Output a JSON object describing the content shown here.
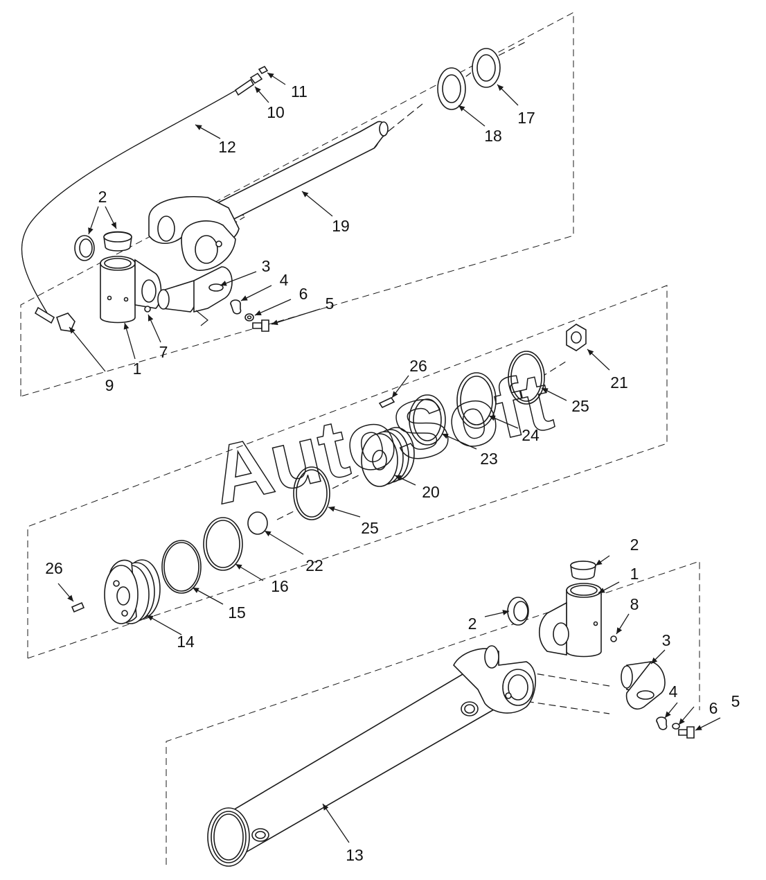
{
  "watermark": "AutoSoft",
  "colors": {
    "ink": "#1a1a1a",
    "background": "#ffffff"
  },
  "callouts": [
    {
      "id": "c11",
      "label": "11"
    },
    {
      "id": "c10",
      "label": "10"
    },
    {
      "id": "c12",
      "label": "12"
    },
    {
      "id": "c18",
      "label": "18"
    },
    {
      "id": "c17",
      "label": "17"
    },
    {
      "id": "c19",
      "label": "19"
    },
    {
      "id": "c2a",
      "label": "2"
    },
    {
      "id": "c3a",
      "label": "3"
    },
    {
      "id": "c4a",
      "label": "4"
    },
    {
      "id": "c6a",
      "label": "6"
    },
    {
      "id": "c5a",
      "label": "5"
    },
    {
      "id": "c7",
      "label": "7"
    },
    {
      "id": "c1a",
      "label": "1"
    },
    {
      "id": "c9",
      "label": "9"
    },
    {
      "id": "c26a",
      "label": "26"
    },
    {
      "id": "c21",
      "label": "21"
    },
    {
      "id": "c25a",
      "label": "25"
    },
    {
      "id": "c24",
      "label": "24"
    },
    {
      "id": "c23",
      "label": "23"
    },
    {
      "id": "c20",
      "label": "20"
    },
    {
      "id": "c25b",
      "label": "25"
    },
    {
      "id": "c22",
      "label": "22"
    },
    {
      "id": "c16",
      "label": "16"
    },
    {
      "id": "c15",
      "label": "15"
    },
    {
      "id": "c14",
      "label": "14"
    },
    {
      "id": "c26b",
      "label": "26"
    },
    {
      "id": "c2b",
      "label": "2"
    },
    {
      "id": "c1b",
      "label": "1"
    },
    {
      "id": "c8",
      "label": "8"
    },
    {
      "id": "c2c",
      "label": "2"
    },
    {
      "id": "c3b",
      "label": "3"
    },
    {
      "id": "c4b",
      "label": "4"
    },
    {
      "id": "c6b",
      "label": "6"
    },
    {
      "id": "c5b",
      "label": "5"
    },
    {
      "id": "c13",
      "label": "13"
    }
  ]
}
